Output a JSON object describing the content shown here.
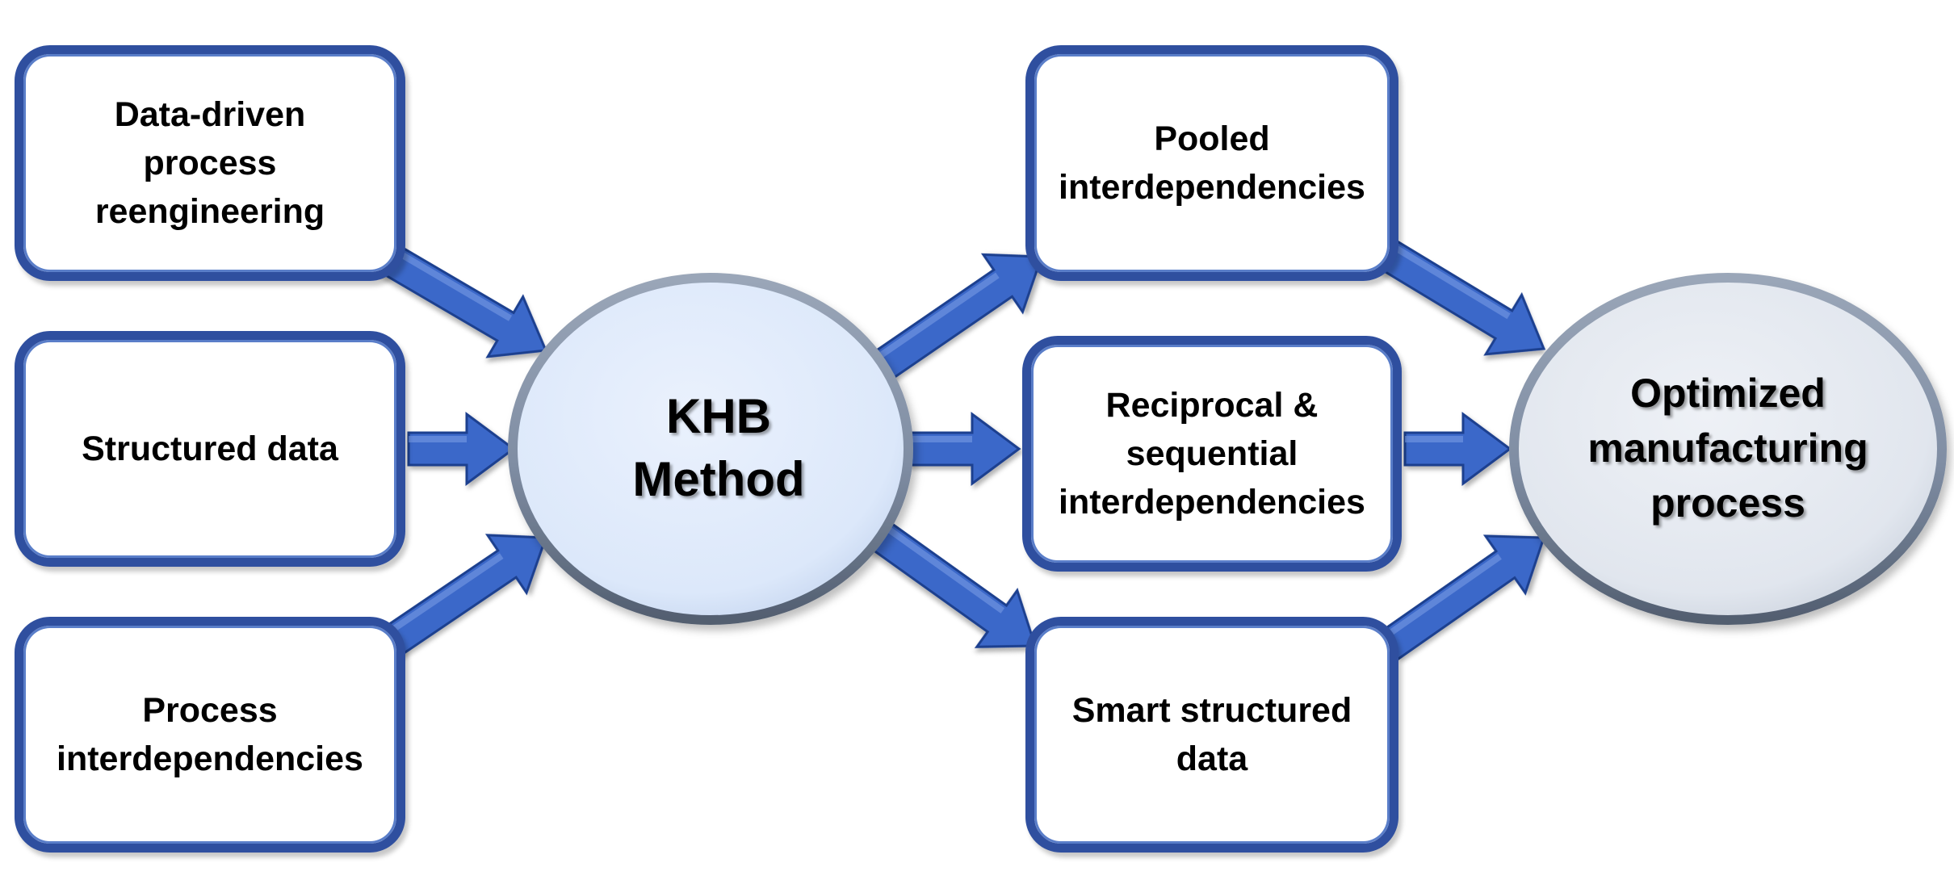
{
  "diagram": {
    "inputs": [
      {
        "label": "Data-driven\nprocess\nreengineering"
      },
      {
        "label": "Structured data"
      },
      {
        "label": "Process\ninterdependencies"
      }
    ],
    "center": {
      "label": "KHB\nMethod"
    },
    "outputs": [
      {
        "label": "Pooled\ninterdependencies"
      },
      {
        "label": "Reciprocal &\nsequential\ninterdependencies"
      },
      {
        "label": "Smart structured\ndata"
      }
    ],
    "result": {
      "label": "Optimized\nmanufacturing\nprocess"
    }
  },
  "colors": {
    "box_border": "#2f4f9f",
    "arrow_fill": "#3b67c9",
    "arrow_dark": "#1f3f8f",
    "center_fill": "#e2ecfb",
    "result_fill": "#e3e8f0",
    "ellipse_rim": "#6e7f97"
  }
}
